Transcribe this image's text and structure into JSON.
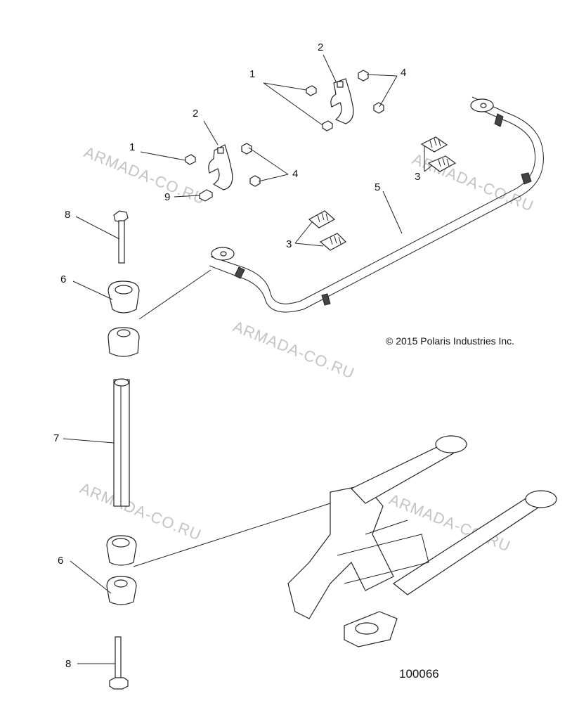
{
  "watermarks": [
    "ARMADA-CO.RU",
    "ARMADA-CO.RU",
    "ARMADA-CO.RU",
    "ARMADA-CO.RU",
    "ARMADA-CO.RU"
  ],
  "copyright": "© 2015 Polaris Industries Inc.",
  "figure_number": "100066",
  "callouts": {
    "c1a": "1",
    "c2a": "2",
    "c4a": "4",
    "c2b": "2",
    "c1b": "1",
    "c4b": "4",
    "c9": "9",
    "c3a": "3",
    "c5": "5",
    "c3b": "3",
    "c8a": "8",
    "c6a": "6",
    "c7": "7",
    "c6b": "6",
    "c8b": "8"
  }
}
